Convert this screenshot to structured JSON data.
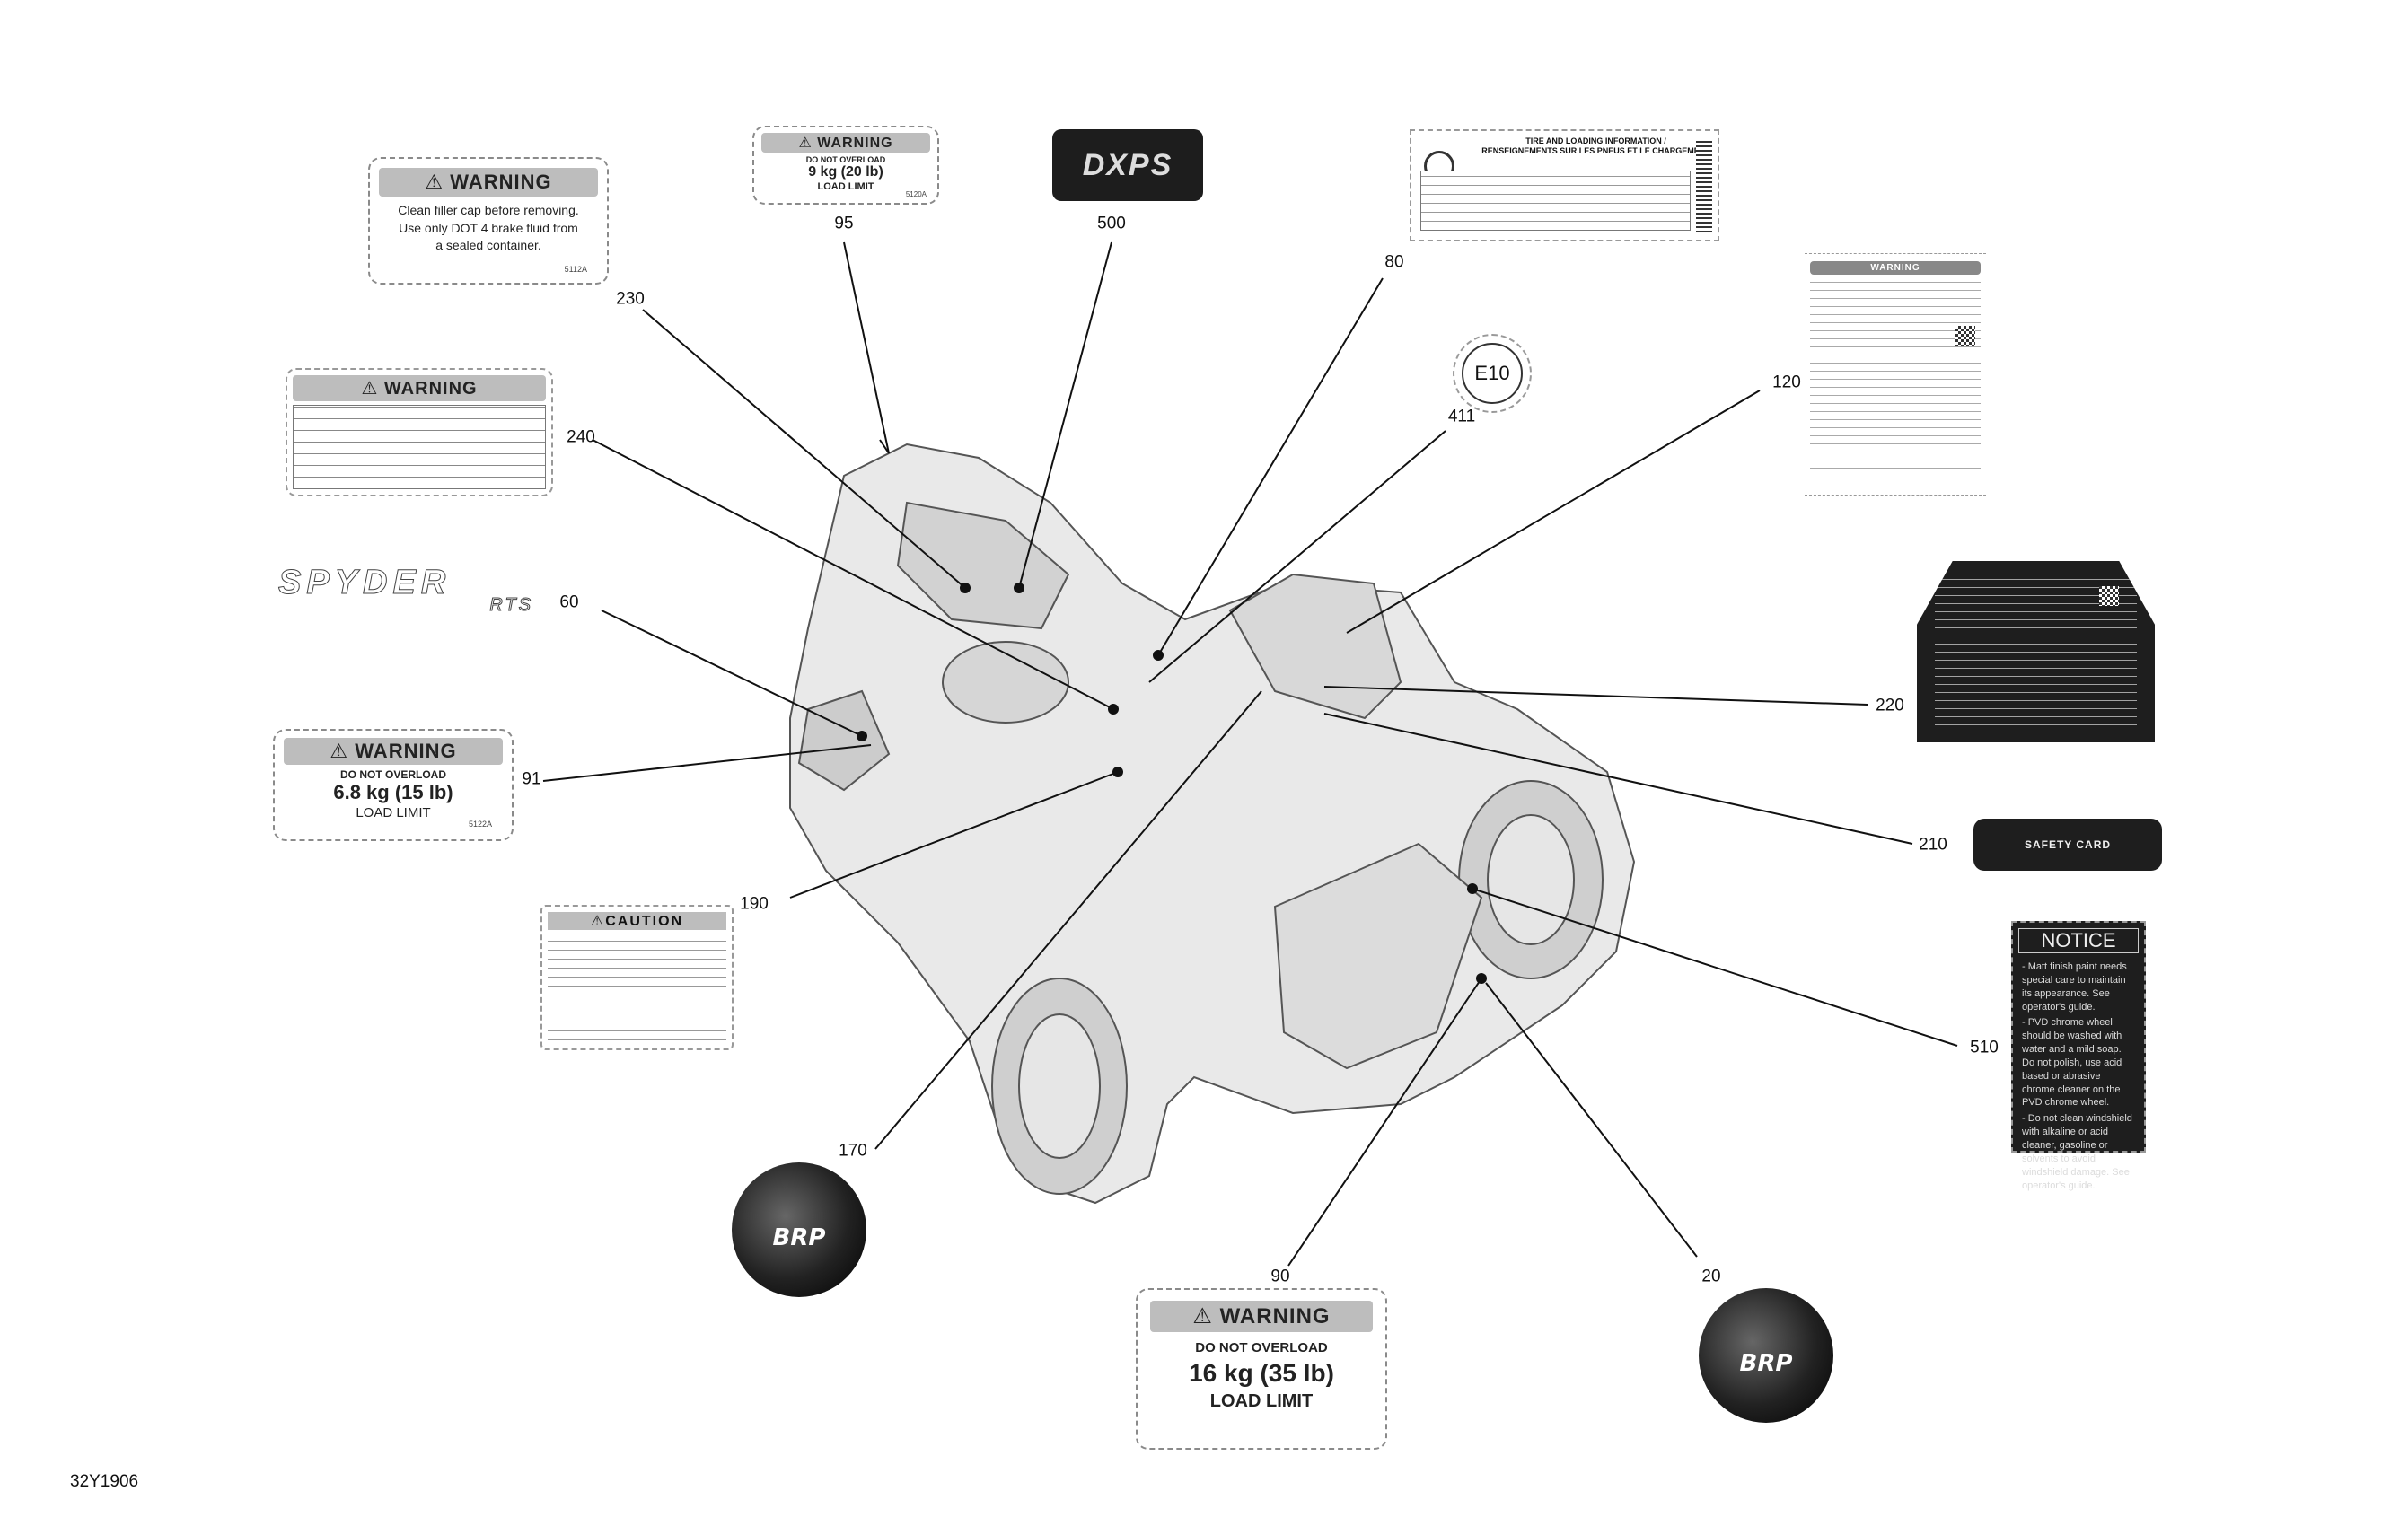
{
  "document_id": "32Y1906",
  "callouts": [
    "95",
    "500",
    "80",
    "230",
    "240",
    "411",
    "120",
    "60",
    "91",
    "190",
    "220",
    "210",
    "170",
    "510",
    "90",
    "20"
  ],
  "labels": {
    "warning_230": {
      "heading": "WARNING",
      "lines": [
        "Clean filler cap before removing.",
        "Use only DOT 4 brake fluid from",
        "a sealed container."
      ],
      "code": "5112A"
    },
    "warning_95": {
      "heading": "WARNING",
      "line1": "DO NOT OVERLOAD",
      "line2": "9 kg (20 lb)",
      "line3": "LOAD LIMIT",
      "code": "5120A"
    },
    "logo_500": {
      "text": "DXPS"
    },
    "tire_80": {
      "title1": "TIRE AND LOADING INFORMATION /",
      "title2": "RENSEIGNEMENTS SUR LES PNEUS ET LE CHARGEMENT"
    },
    "warning_240": {
      "heading": "WARNING"
    },
    "e10_411": {
      "text": "E10"
    },
    "warning_120": {
      "heading": "WARNING"
    },
    "spyder_60": {
      "text": "SPYDER",
      "sub": "RTS"
    },
    "warning_91": {
      "heading": "WARNING",
      "line1": "DO NOT OVERLOAD",
      "line2": "6.8 kg (15 lb)",
      "line3": "LOAD LIMIT",
      "code": "5122A"
    },
    "caution_190": {
      "heading": "CAUTION"
    },
    "safety_card_210": {
      "text": "SAFETY CARD"
    },
    "notice_510": {
      "heading": "NOTICE",
      "body": [
        "- Matt finish paint needs special care to maintain its appearance. See operator's guide.",
        "- PVD chrome wheel should be washed with water and a mild soap. Do not polish, use acid based or abrasive chrome cleaner on the PVD chrome wheel.",
        "- Do not clean windshield with alkaline or acid cleaner, gasoline or solvents to avoid windshield damage. See operator's guide."
      ]
    },
    "warning_90": {
      "heading": "WARNING",
      "line1": "DO NOT OVERLOAD",
      "line2": "16 kg (35 lb)",
      "line3": "LOAD LIMIT"
    },
    "brp_170": {
      "text": "BRP"
    },
    "brp_20": {
      "text": "BRP"
    }
  },
  "colors": {
    "line": "#111111",
    "label_gray": "#bdbdbd",
    "dark": "#1e1e1e"
  }
}
